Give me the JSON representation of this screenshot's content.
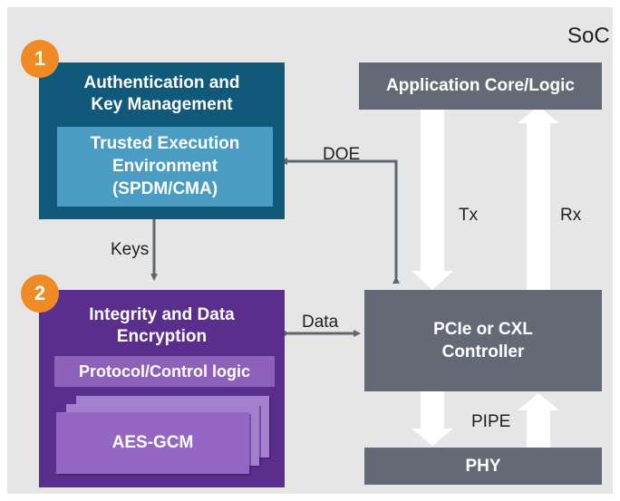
{
  "soc_label": "SoC",
  "auth": {
    "badge": "1",
    "title_line1": "Authentication and",
    "title_line2": "Key Management",
    "tee_line1": "Trusted Execution",
    "tee_line2": "Environment",
    "tee_line3": "(SPDM/CMA)"
  },
  "integrity": {
    "badge": "2",
    "title_line1": "Integrity and Data",
    "title_line2": "Encryption",
    "protocol": "Protocol/Control logic",
    "aes": "AES-GCM"
  },
  "app_core": "Application Core/Logic",
  "controller": {
    "line1": "PCIe or CXL",
    "line2": "Controller"
  },
  "phy": "PHY",
  "edges": {
    "doe": "DOE",
    "keys": "Keys",
    "data": "Data",
    "tx": "Tx",
    "rx": "Rx",
    "pipe": "PIPE"
  },
  "colors": {
    "background": "#e6e6e6",
    "auth_box": "#10597a",
    "tee_box": "#4a9cc3",
    "integrity_box": "#5a2e8c",
    "protocol_box": "#8d60ba",
    "aes_box": "#9367c3",
    "gray_box": "#636a75",
    "badge": "#f08a24",
    "connector": "#5e6670"
  }
}
